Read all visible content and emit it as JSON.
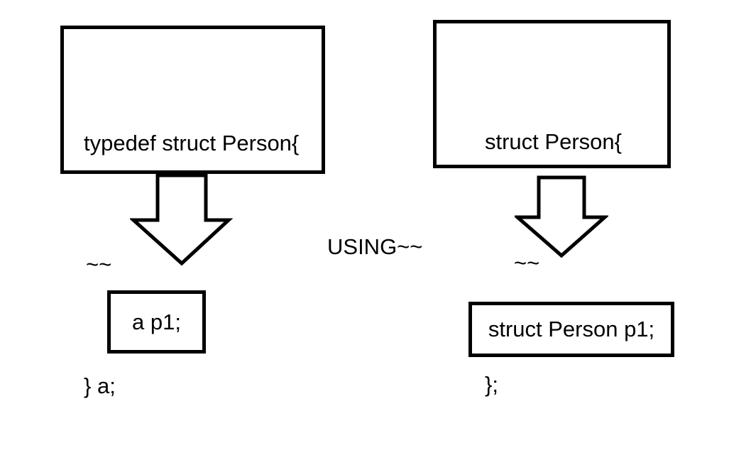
{
  "diagram": {
    "colors": {
      "background": "#ffffff",
      "stroke": "#000000",
      "text": "#000000"
    },
    "typedef_box": {
      "lines": [
        "typedef struct Person{",
        "~~",
        "} a;"
      ]
    },
    "struct_box": {
      "lines": [
        "struct Person{",
        "~~",
        "};"
      ]
    },
    "using_label": "USING~~",
    "typedef_usage_box": {
      "text": "a p1;"
    },
    "struct_usage_box": {
      "text": "struct Person p1;"
    }
  }
}
